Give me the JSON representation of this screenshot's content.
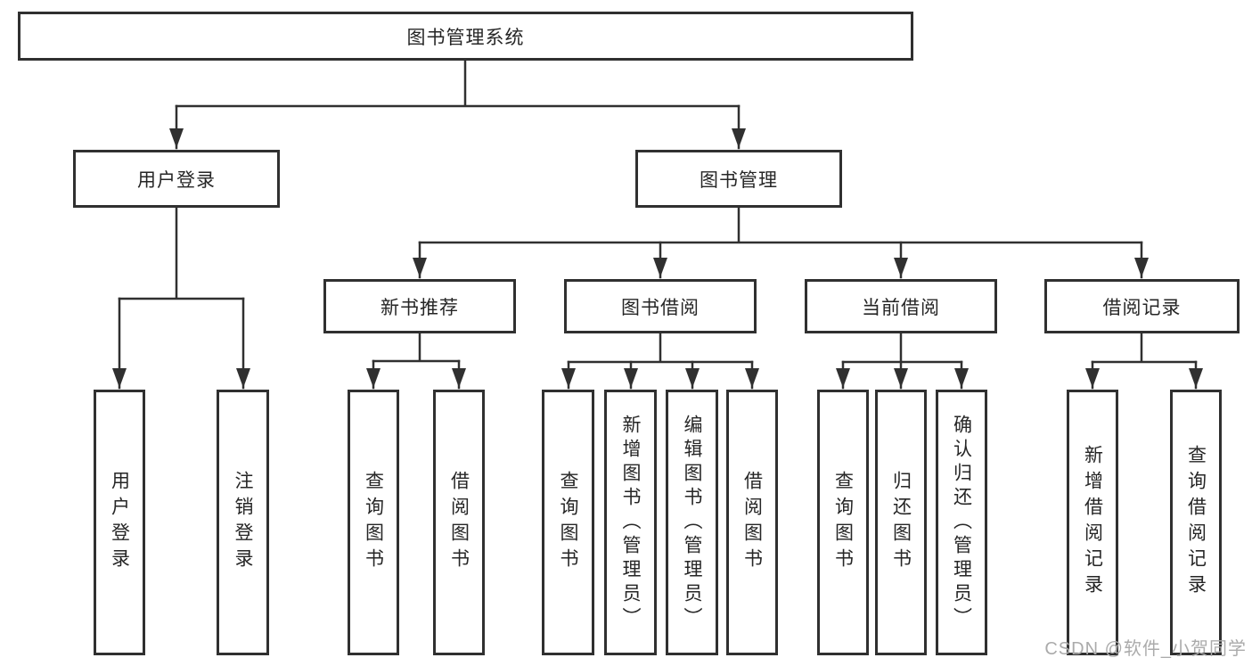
{
  "diagram": {
    "root": {
      "label": "图书管理系统"
    },
    "user_login": {
      "label": "用户登录",
      "children": [
        "用户登录",
        "注销登录"
      ]
    },
    "book_mgmt": {
      "label": "图书管理",
      "sections": [
        {
          "label": "新书推荐",
          "children": [
            "查询图书",
            "借阅图书"
          ]
        },
        {
          "label": "图书借阅",
          "children": [
            "查询图书",
            "新增图书（管理员）",
            "编辑图书（管理员）",
            "借阅图书"
          ]
        },
        {
          "label": "当前借阅",
          "children": [
            "查询图书",
            "归还图书",
            "确认归还（管理员）"
          ]
        },
        {
          "label": "借阅记录",
          "children": [
            "新增借阅记录",
            "查询借阅记录"
          ]
        }
      ]
    },
    "colors": {
      "line": "#303030",
      "text": "#262626",
      "watermark": "#ababab",
      "background": "#ffffff"
    },
    "watermark": "CSDN @软件_小贺同学"
  }
}
